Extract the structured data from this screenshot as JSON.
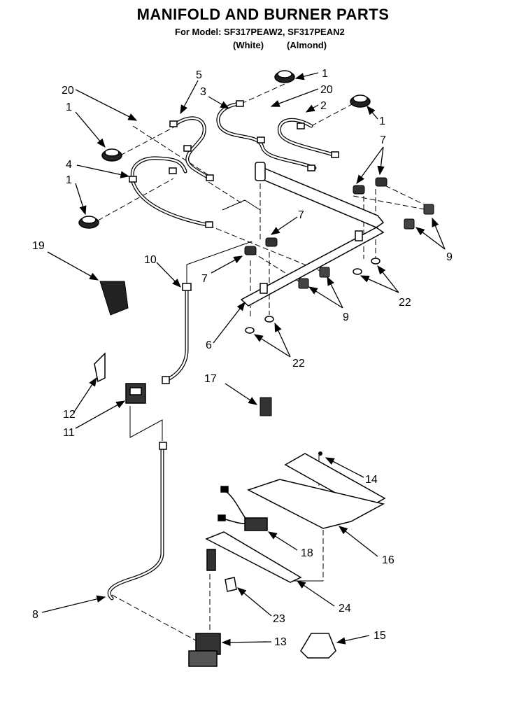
{
  "header": {
    "title": "MANIFOLD AND BURNER PARTS",
    "model_line": "For Model: SF317PEAW2, SF317PEAN2",
    "color_white": "(White)",
    "color_almond": "(Almond)"
  },
  "callouts": {
    "c1a": "1",
    "c1b": "1",
    "c1c": "1",
    "c1d": "1",
    "c2": "2",
    "c3": "3",
    "c4": "4",
    "c5": "5",
    "c6": "6",
    "c7a": "7",
    "c7b": "7",
    "c7c": "7",
    "c8": "8",
    "c9a": "9",
    "c9b": "9",
    "c10": "10",
    "c11": "11",
    "c12": "12",
    "c13": "13",
    "c14": "14",
    "c15": "15",
    "c16": "16",
    "c17": "17",
    "c18": "18",
    "c19": "19",
    "c20a": "20",
    "c20b": "20",
    "c22a": "22",
    "c22b": "22",
    "c23": "23",
    "c24": "24"
  }
}
